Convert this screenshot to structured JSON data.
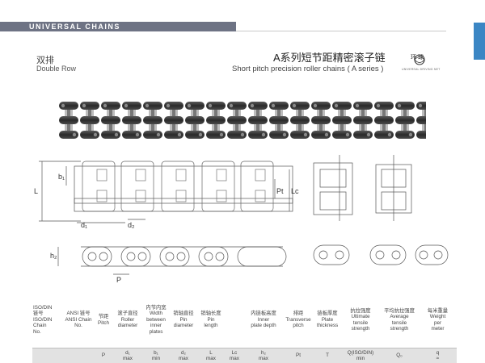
{
  "header": {
    "banner": "UNIVERSAL CHAINS",
    "category_cn": "双排",
    "category_en": "Double Row",
    "title_cn": "A系列短节距精密滚子链",
    "title_en": "Short pitch precision roller chains ( A series )",
    "logo_text": "环 球",
    "logo_sub": "UNIVERSAL DRIVING NET"
  },
  "colors": {
    "banner": "#6e7384",
    "side_tab": "#3b86c4",
    "symbol_row": "#e2e2e2"
  },
  "drawing_labels": {
    "L": "L",
    "b1": "b₁",
    "d1": "d₁",
    "d2": "d₂",
    "Pt": "Pt",
    "Lc": "Lc",
    "h2": "h₂",
    "P": "P"
  },
  "table": {
    "col0": {
      "lines": "ISO/DIN\n链号\nISO/DIN\nChain\nNo.",
      "sym": ""
    },
    "col1": {
      "lines": "ANSI 链号\nANSI Chain\nNo.",
      "sym": ""
    },
    "columns": [
      {
        "lines": "节距\nPitch",
        "sym": "P"
      },
      {
        "lines": "滚子直径\nRoller\ndiameter",
        "sym": "d₁\nmax"
      },
      {
        "lines": "内节内宽\nWidth\nbetween\ninner\nplates",
        "sym": "b₁\nmin"
      },
      {
        "lines": "销轴直径\nPin\ndiameter",
        "sym": "d₂\nmax"
      },
      {
        "lines": "销轴长度\nPin\nlength",
        "sym": "L\nmax"
      },
      {
        "lines": "",
        "sym": "Lc\nmax"
      },
      {
        "lines": "内链板高度\nInner\nplate depth",
        "sym": "h₂\nmax"
      },
      {
        "lines": "排距\nTransverse\npitch",
        "sym": "Pt"
      },
      {
        "lines": "链板厚度\nPlate\nthickness",
        "sym": "T"
      },
      {
        "lines": "抗拉强度\nUltimate\ntensile\nstrength",
        "sym": "Q(ISO/DIN)\nmin"
      },
      {
        "lines": "平均抗拉强度\nAverage\ntensile\nstrength",
        "sym": "Q₀"
      },
      {
        "lines": "每米重量\nWeight\nper\nmeter",
        "sym": "q\n≈"
      }
    ]
  }
}
